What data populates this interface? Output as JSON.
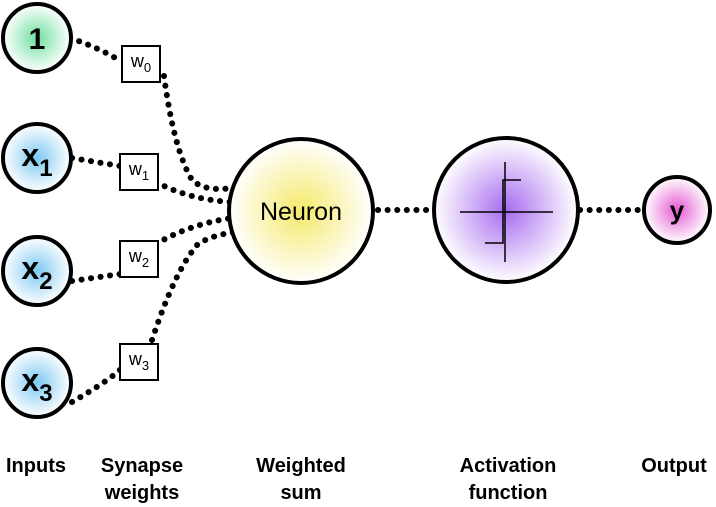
{
  "inputs": [
    {
      "base": "1",
      "sub": ""
    },
    {
      "base": "x",
      "sub": "1"
    },
    {
      "base": "x",
      "sub": "2"
    },
    {
      "base": "x",
      "sub": "3"
    }
  ],
  "weights": [
    {
      "base": "w",
      "sub": "0"
    },
    {
      "base": "w",
      "sub": "1"
    },
    {
      "base": "w",
      "sub": "2"
    },
    {
      "base": "w",
      "sub": "3"
    }
  ],
  "neuron": {
    "label": "Neuron"
  },
  "output": {
    "label": "y"
  },
  "captions": {
    "inputs": [
      "Inputs"
    ],
    "weights": [
      "Synapse",
      "weights"
    ],
    "sum": [
      "Weighted",
      "sum"
    ],
    "activation": [
      "Activation",
      "function"
    ],
    "output": [
      "Output"
    ]
  },
  "colors": {
    "input_one": "#6fe0a0",
    "input_x": "#7cc8f2",
    "neuron": "#f5e96a",
    "activation": "#a76bf0",
    "output": "#e65ad2",
    "stroke": "#000000"
  }
}
